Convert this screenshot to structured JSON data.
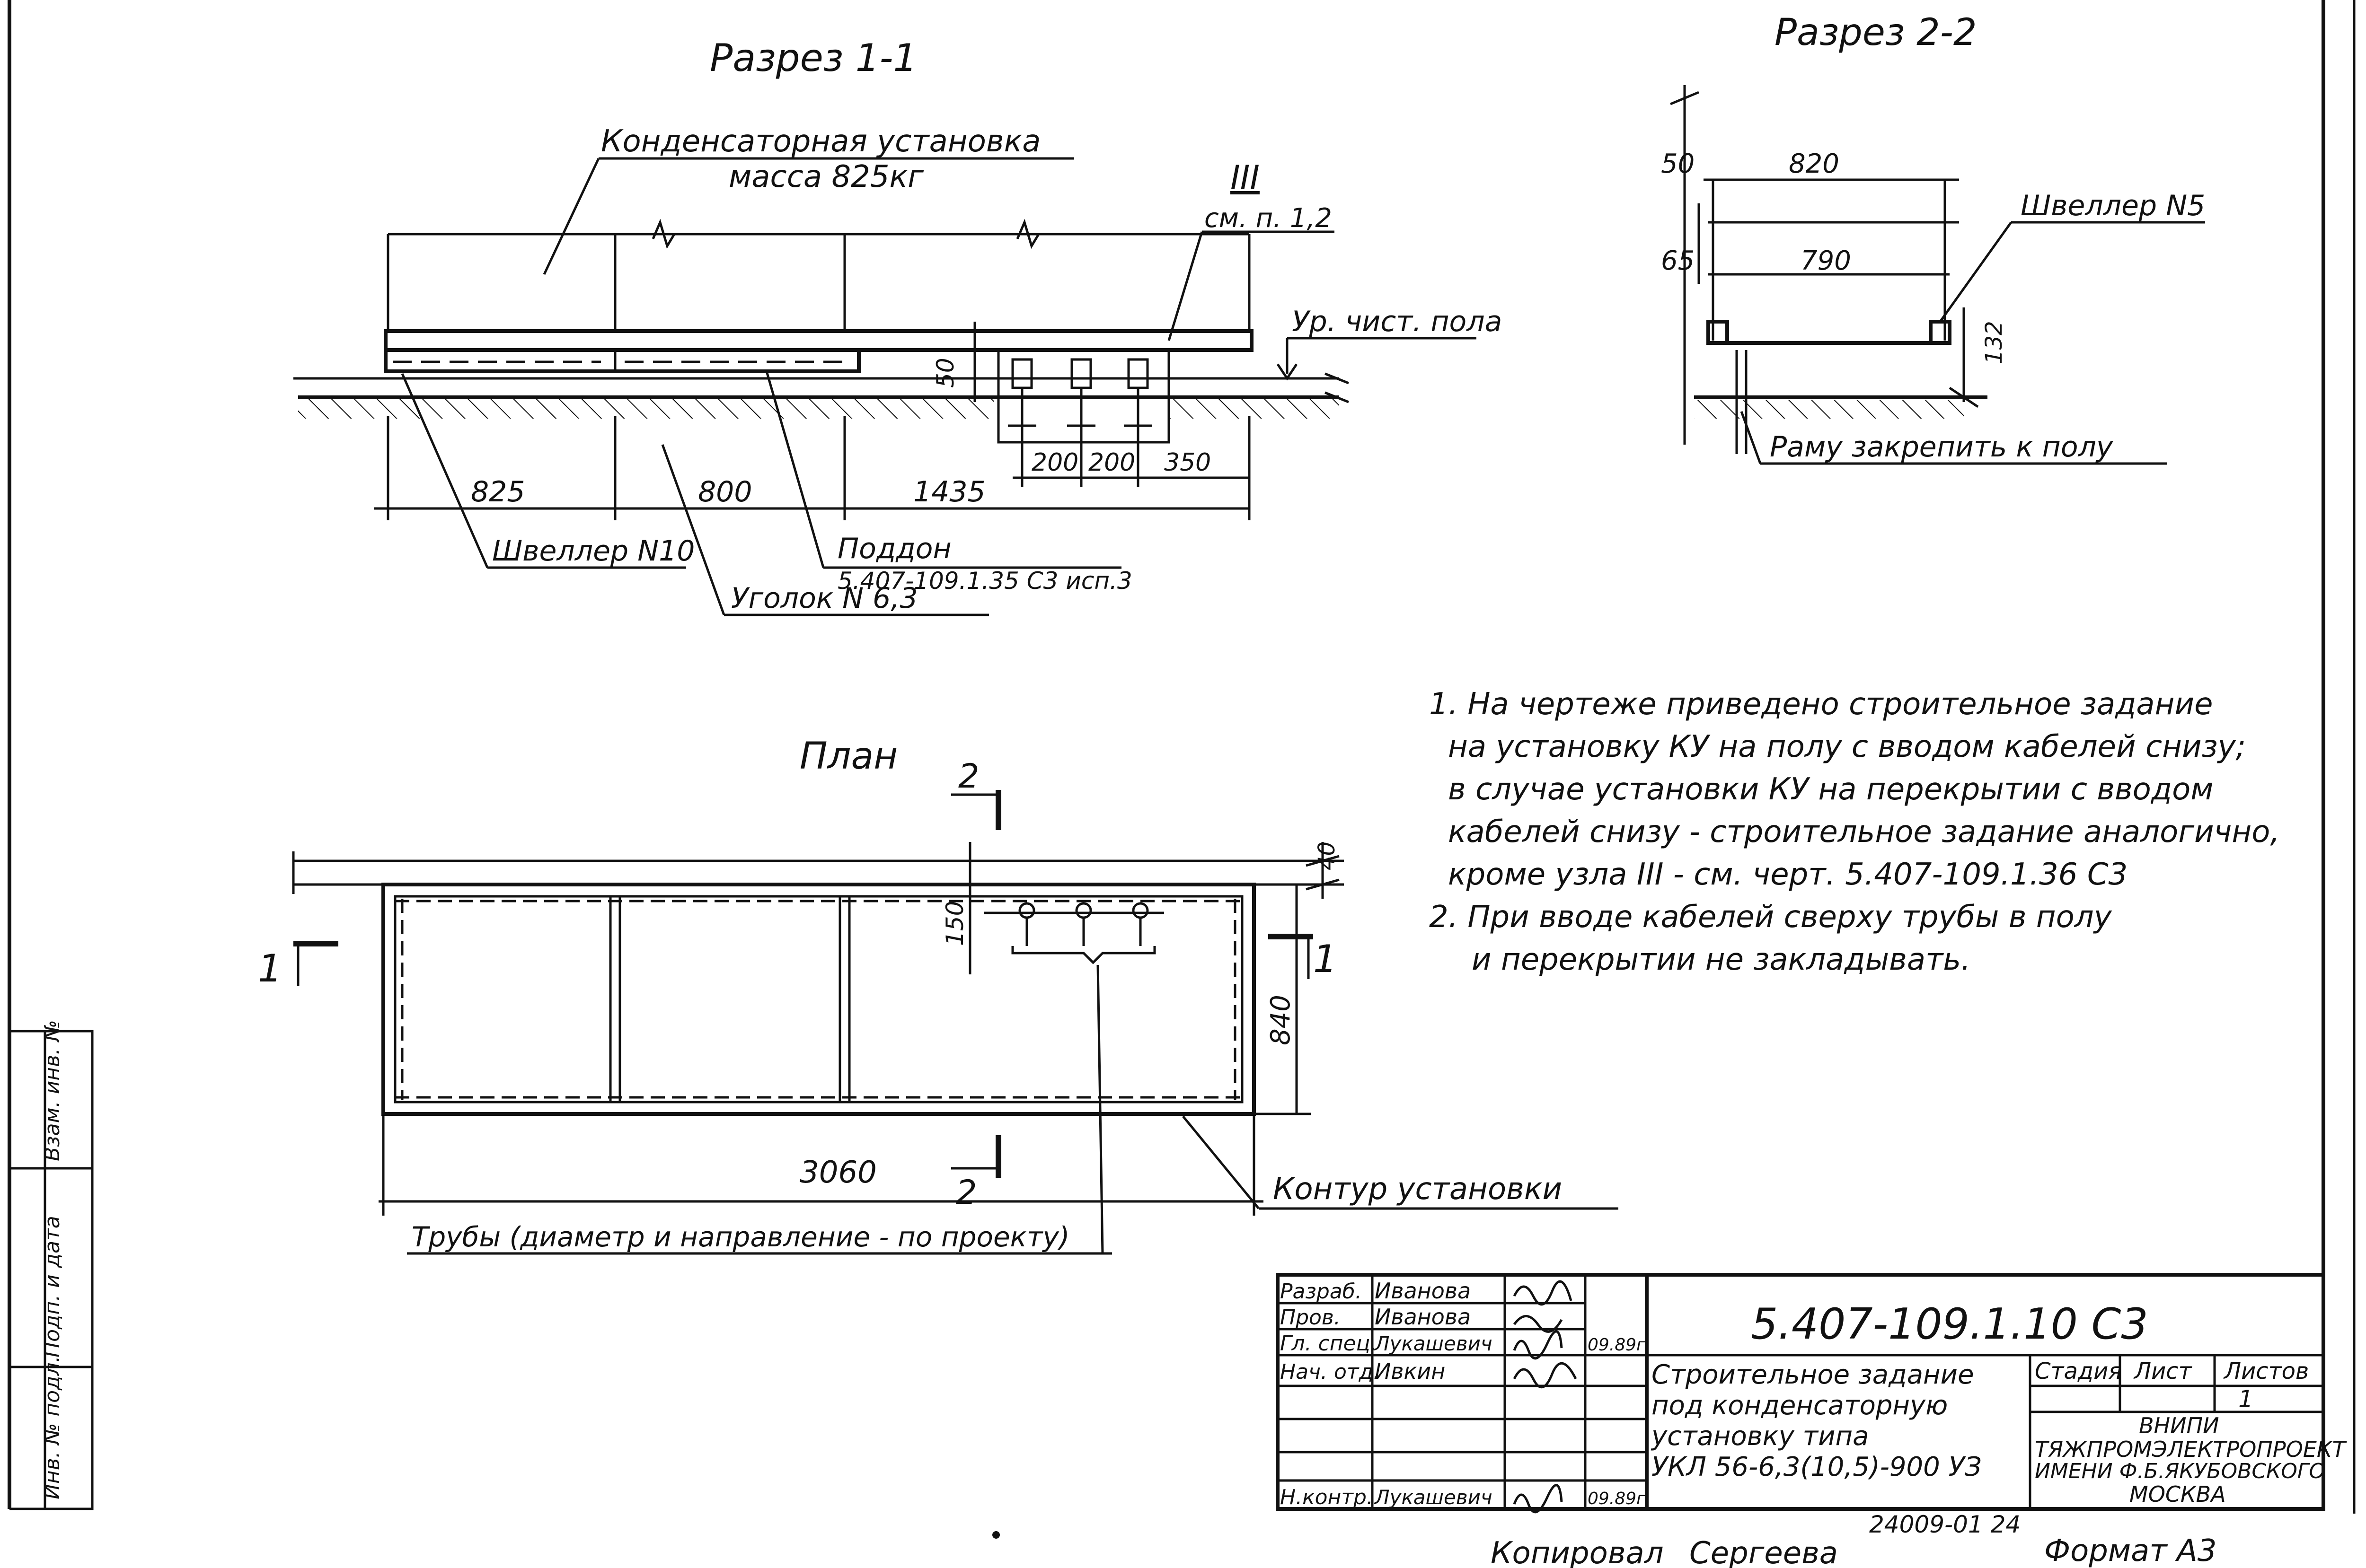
{
  "section_1_1": {
    "title": "Разрез 1-1",
    "unit_label_line1": "Конденсаторная установка",
    "unit_label_line2": "масса 825кг",
    "node_mark": "III",
    "node_ref": "см. п. 1,2",
    "floor_level": "Ур. чист. пола",
    "dim_50": "50",
    "dim_825": "825",
    "dim_800": "800",
    "dim_1435": "1435",
    "dim_200a": "200",
    "dim_200b": "200",
    "dim_350": "350",
    "channel_label": "Швеллер N10",
    "tray_label": "Поддон",
    "tray_ref": "5.407-109.1.35 С3 исп.3",
    "angle_label": "Уголок N 6,3"
  },
  "section_2_2": {
    "title": "Разрез 2-2",
    "dim_50": "50",
    "dim_820": "820",
    "dim_65": "65",
    "dim_790": "790",
    "dim_132": "132",
    "channel_label": "Швеллер N5",
    "frame_note": "Раму закрепить к полу"
  },
  "plan": {
    "title": "План",
    "cut_2_top": "2",
    "cut_2_bottom": "2",
    "cut_1_left": "1",
    "cut_1_right": "1",
    "dim_40": "40",
    "dim_150": "150",
    "dim_840": "840",
    "dim_3060": "3060",
    "contour_label": "Контур установки",
    "pipes_label": "Трубы (диаметр и направление - по проекту)"
  },
  "notes": [
    "1. На чертеже приведено строительное задание",
    "на установку КУ на полу с вводом кабелей снизу;",
    "в случае установки КУ на перекрытии с вводом",
    "кабелей снизу - строительное задание аналогично,",
    "кроме узла III - см. черт. 5.407-109.1.36 С3",
    "2. При вводе кабелей сверху трубы в полу",
    "и перекрытии не закладывать."
  ],
  "side_stamp": [
    "Инв. № подл.",
    "Подп. и дата",
    "Взам. инв. №"
  ],
  "title_block": {
    "doc_code": "5.407-109.1.10 С3",
    "roles": [
      "Разраб.",
      "Пров.",
      "Гл. спец.",
      "Нач. отд.",
      "",
      "",
      "Н.контр."
    ],
    "names": [
      "Иванова",
      "Иванова",
      "Лукашевич",
      "Ивкин",
      "",
      "",
      "Лукашевич"
    ],
    "dates": [
      "",
      "",
      "09.89г",
      "",
      "",
      "",
      "09.89г"
    ],
    "description": [
      "Строительное задание",
      "под конденсаторную",
      "установку типа",
      "УКЛ 56-6,3(10,5)-900 УЗ"
    ],
    "stage_label": "Стадия",
    "sheet_label": "Лист",
    "sheets_label": "Листов",
    "sheets_value": "1",
    "org": [
      "ВНИПИ",
      "ТЯЖПРОМЭЛЕКТРОПРОЕКТ",
      "ИМЕНИ Ф.Б.ЯКУБОВСКОГО",
      "МОСКВА"
    ]
  },
  "footer": {
    "archive_no": "24009-01  24",
    "copied": "Копировал",
    "copier": "Сергеева",
    "format": "Формат А3"
  }
}
